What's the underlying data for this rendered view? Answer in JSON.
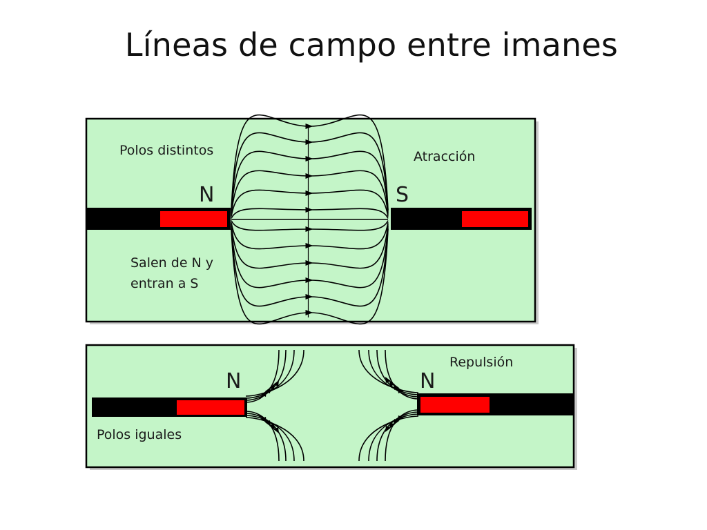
{
  "title": "Líneas de campo entre imanes",
  "colors": {
    "panel_fill": "#c4f5c8",
    "panel_border": "#000000",
    "magnet_dark": "#000000",
    "magnet_red": "#ff0000",
    "field_line": "#000000"
  },
  "attraction_panel": {
    "label_top_left": "Polos distintos",
    "label_top_right": "Atracción",
    "pole_left": "N",
    "pole_right": "S",
    "note_line1": "Salen de N y",
    "note_line2": "entran a S"
  },
  "repulsion_panel": {
    "label_top_right": "Repulsión",
    "pole_left": "N",
    "pole_right": "N",
    "label_bottom_left": "Polos iguales"
  }
}
